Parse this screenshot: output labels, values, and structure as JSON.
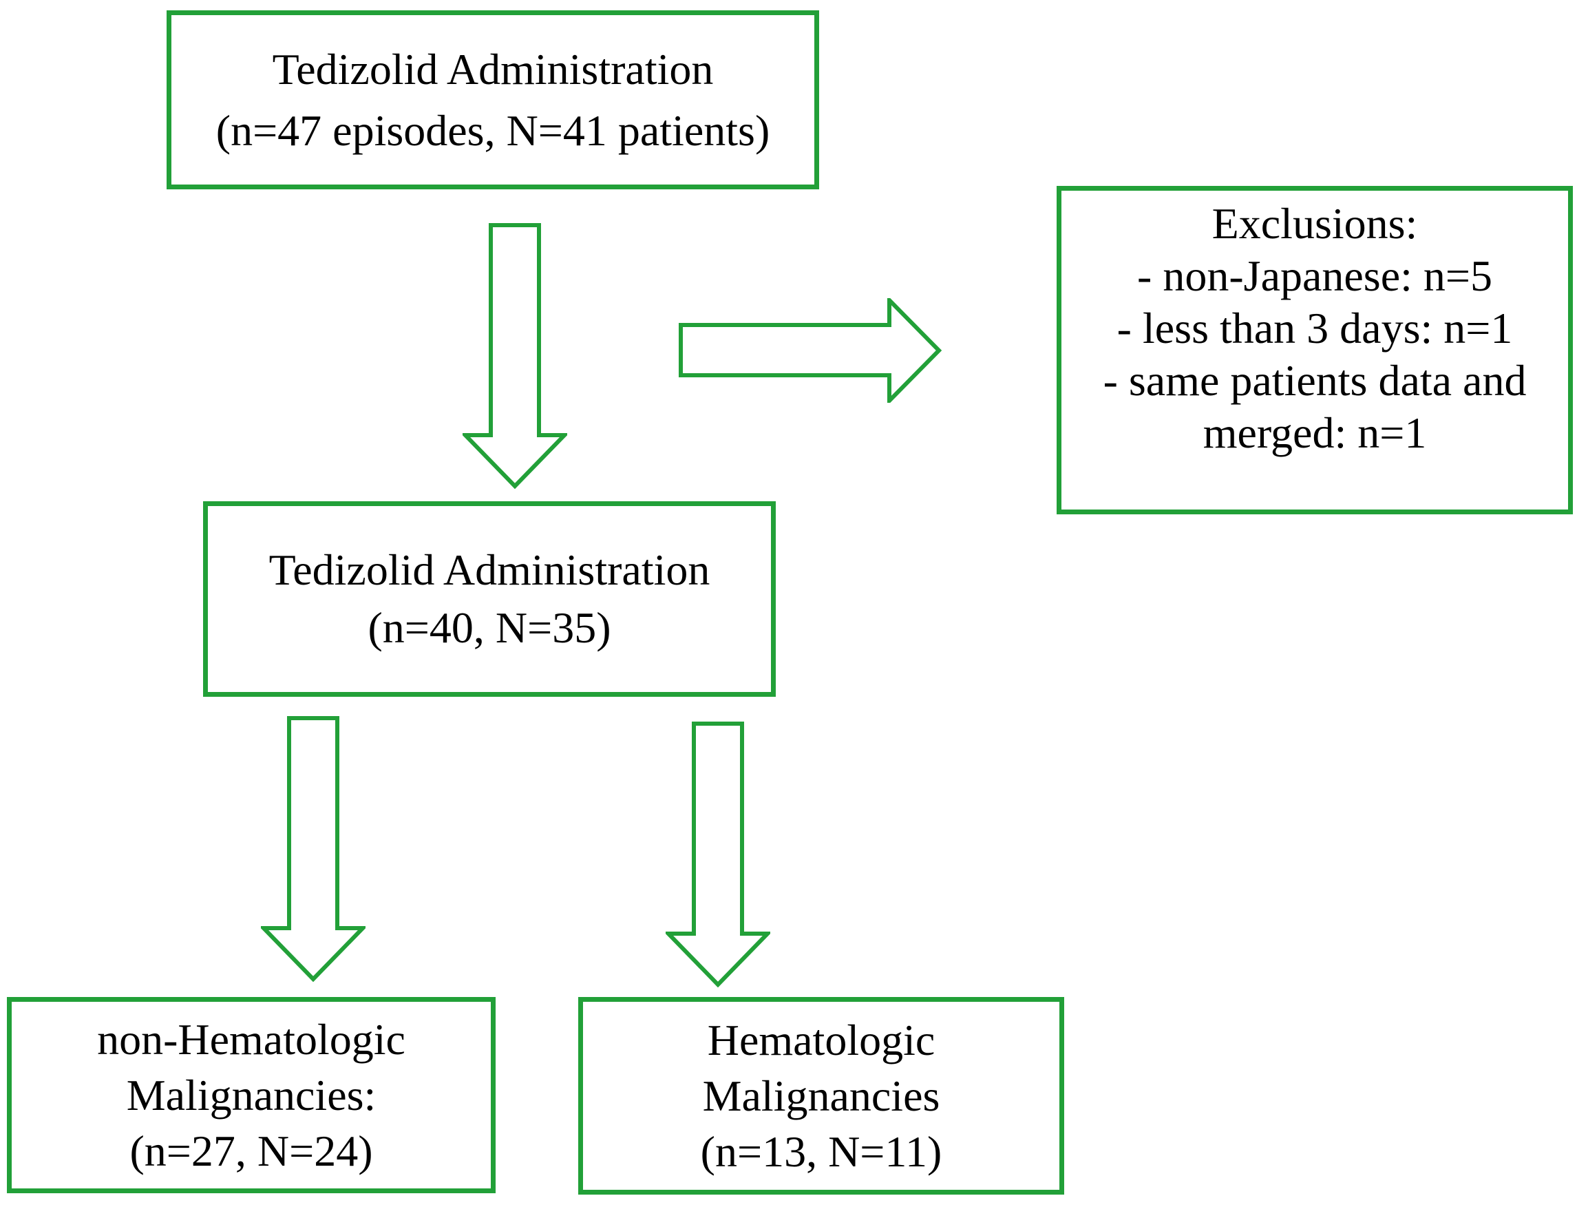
{
  "diagram": {
    "accent_color": "#22A038",
    "text_color": "#000000",
    "boxes": {
      "initial": {
        "lines": [
          "Tedizolid Administration",
          "(n=47 episodes, N=41 patients)"
        ]
      },
      "exclusions": {
        "lines": [
          "Exclusions:",
          "- non-Japanese: n=5",
          "- less than 3 days: n=1",
          "- same patients data and",
          "merged: n=1"
        ]
      },
      "included": {
        "lines": [
          "Tedizolid Administration",
          "(n=40, N=35)"
        ]
      },
      "non_hematologic": {
        "lines": [
          "non-Hematologic",
          "Malignancies:",
          "(n=27, N=24)"
        ]
      },
      "hematologic": {
        "lines": [
          "Hematologic",
          "Malignancies",
          "(n=13, N=11)"
        ]
      }
    }
  }
}
